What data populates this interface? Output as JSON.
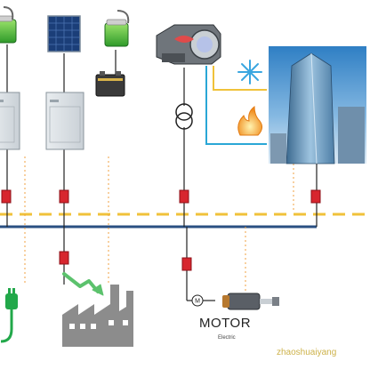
{
  "diagram": {
    "motor": {
      "title": "MOTOR",
      "subtitle": "Electric",
      "symbol": "M"
    },
    "watermark": "zhaoshuaiyang",
    "icons": [
      "battery-charger-icon",
      "solar-panel-icon",
      "battery-charger-icon",
      "battery-pack-icon",
      "generator-icon",
      "snowflake-icon",
      "flame-icon",
      "office-building-icon",
      "transformer-icon",
      "ev-plug-icon",
      "factory-icon",
      "motor-icon"
    ],
    "colors": {
      "bus_ac": "#2a4f82",
      "bus_dc": "#f0c23a",
      "breaker": "#d7262e",
      "thermal_line": "#2aa7d6",
      "heat_line": "#f0c23a",
      "feed_arrow": "#5cc26d",
      "ev_plug": "#22a84a"
    }
  }
}
